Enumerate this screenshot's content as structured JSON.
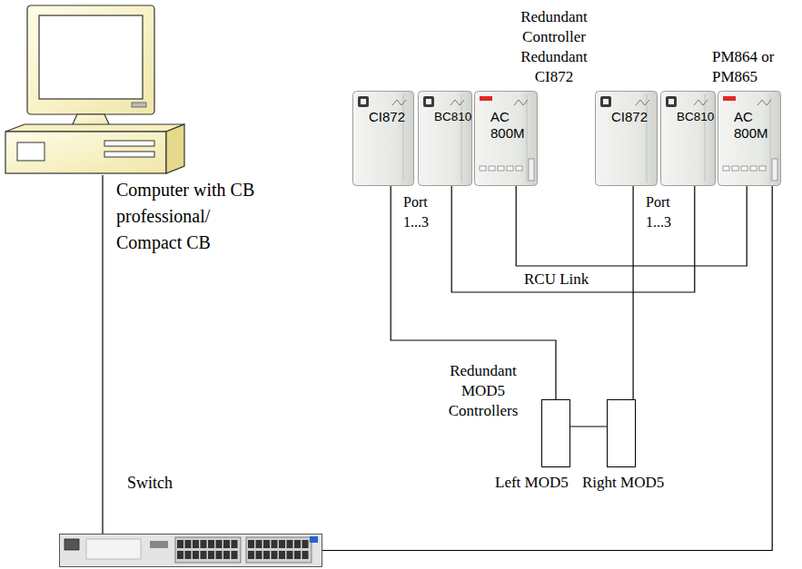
{
  "diagram": {
    "nodes": [
      {
        "text": [
          "Computer with CB professional/ Compact CB"
        ]
      },
      {
        "text": [
          "CI872"
        ]
      },
      {
        "text": [
          "BC810"
        ]
      },
      {
        "text": [
          "AC 800M"
        ]
      },
      {
        "text": [
          "CI872"
        ]
      },
      {
        "text": [
          "BC810"
        ]
      },
      {
        "text": [
          "AC 800M"
        ]
      },
      {
        "text": [
          "Left MOD5"
        ]
      },
      {
        "text": [
          "Right MOD5"
        ]
      },
      {
        "text": [
          "Switch"
        ]
      }
    ],
    "edges": [
      {
        "from": 0,
        "to": 9,
        "arrow": "none"
      },
      {
        "from": 9,
        "to": 6,
        "arrow": "none"
      },
      {
        "from": 1,
        "to": 7,
        "arrow": "none"
      },
      {
        "from": 4,
        "to": 8,
        "arrow": "none"
      },
      {
        "from": 2,
        "to": 5,
        "label": "RCU Link",
        "arrow": "none"
      },
      {
        "from": 3,
        "to": 6,
        "arrow": "none"
      },
      {
        "from": 7,
        "to": 8,
        "arrow": "none"
      }
    ],
    "labels": [
      "Redundant Controller Redundant CI872",
      "PM864 or PM865",
      "Port 1...3",
      "Port 1...3",
      "Redundant MOD5 Controllers"
    ]
  }
}
